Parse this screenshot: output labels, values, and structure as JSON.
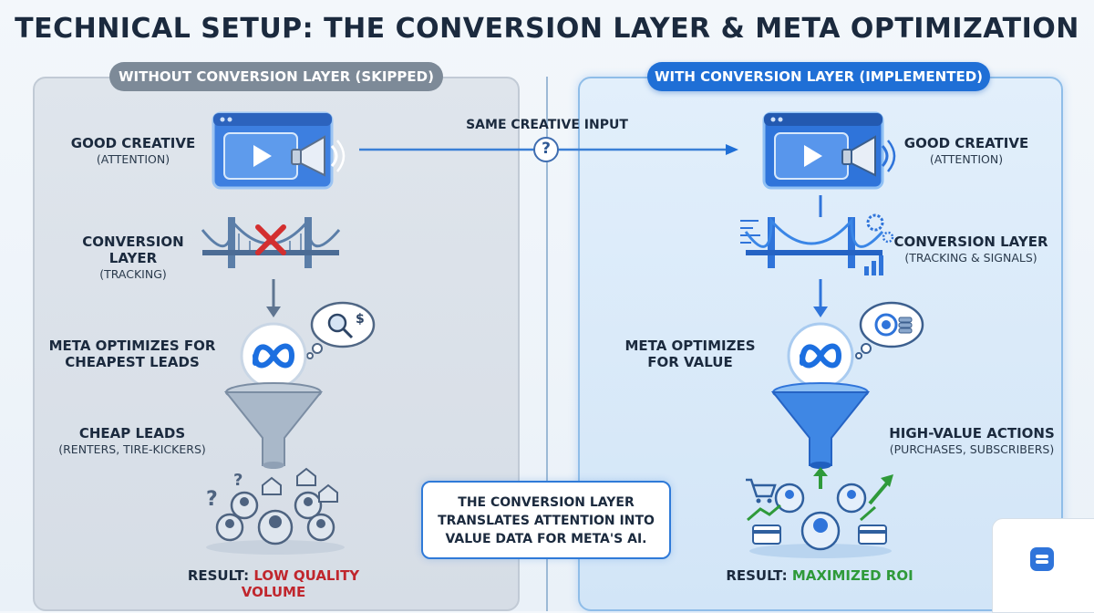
{
  "title": "TECHNICAL SETUP: THE CONVERSION LAYER & META OPTIMIZATION",
  "left": {
    "header": "WITHOUT CONVERSION LAYER (SKIPPED)",
    "creative": {
      "title": "GOOD CREATIVE",
      "sub": "(ATTENTION)"
    },
    "layer": {
      "title": "CONVERSION LAYER",
      "sub": "(TRACKING)"
    },
    "meta": {
      "line1": "META OPTIMIZES FOR",
      "line2": "CHEAPEST LEADS"
    },
    "leads": {
      "title": "CHEAP LEADS",
      "sub": "(RENTERS, TIRE-KICKERS)"
    },
    "result_prefix": "RESULT:",
    "result_value": "LOW QUALITY VOLUME"
  },
  "right": {
    "header": "WITH CONVERSION LAYER (IMPLEMENTED)",
    "creative": {
      "title": "GOOD CREATIVE",
      "sub": "(ATTENTION)"
    },
    "layer": {
      "title": "CONVERSION LAYER",
      "sub": "(TRACKING & SIGNALS)"
    },
    "meta": {
      "line1": "META OPTIMIZES",
      "line2": "FOR VALUE"
    },
    "actions": {
      "title": "HIGH-VALUE ACTIONS",
      "sub": "(PURCHASES, SUBSCRIBERS)"
    },
    "result_prefix": "RESULT:",
    "result_value": "MAXIMIZED ROI"
  },
  "center": {
    "input_label": "SAME CREATIVE INPUT",
    "question_mark": "?",
    "box_line1": "THE CONVERSION LAYER",
    "box_line2": "TRANSLATES ATTENTION INTO",
    "box_line3": "VALUE DATA FOR META'S AI."
  },
  "colors": {
    "accent_blue": "#1f6fd6",
    "bad_red": "#c0262d",
    "good_green": "#2f9a3a",
    "muted_gray": "#7d8a98"
  },
  "icons": [
    "video-megaphone-icon",
    "bridge-icon",
    "red-x-icon",
    "meta-logo-icon",
    "search-dollar-icon",
    "target-coins-icon",
    "funnel-icon",
    "people-houses-icon",
    "people-cart-card-icon",
    "question-icon",
    "gear-icon",
    "logo-icon"
  ]
}
